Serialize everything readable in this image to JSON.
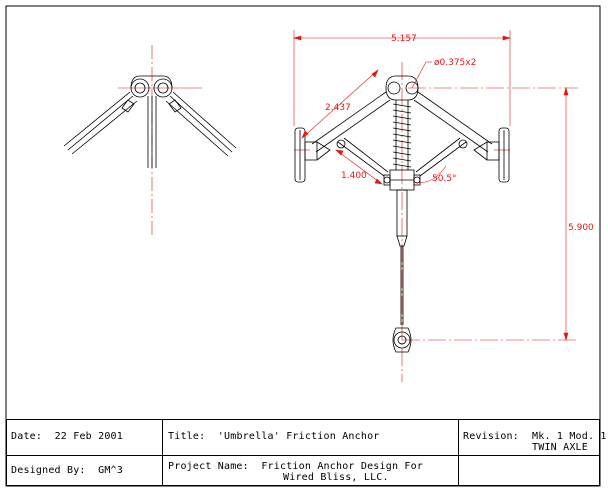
{
  "dimensions": {
    "overall_width": "5.157",
    "hole": "ø0.375x2",
    "arm_length": "2.437",
    "link_length": "1.400",
    "angle": "50.5°",
    "overall_height": "5.900"
  },
  "title_block": {
    "date_label": "Date:",
    "date_value": "22 Feb 2001",
    "title_label": "Title:",
    "title_value": "'Umbrella' Friction Anchor",
    "revision_label": "Revision:",
    "revision_value_1": "Mk. 1 Mod. 1",
    "revision_value_2": "TWIN AXLE",
    "designer_label": "Designed By:",
    "designer_value": "GM^3",
    "project_label": "Project Name:",
    "project_value_1": "Friction Anchor Design For",
    "project_value_2": "Wired Bliss, LLC."
  },
  "colors": {
    "line": "#000000",
    "dimension": "#e01818",
    "background": "#ffffff"
  }
}
